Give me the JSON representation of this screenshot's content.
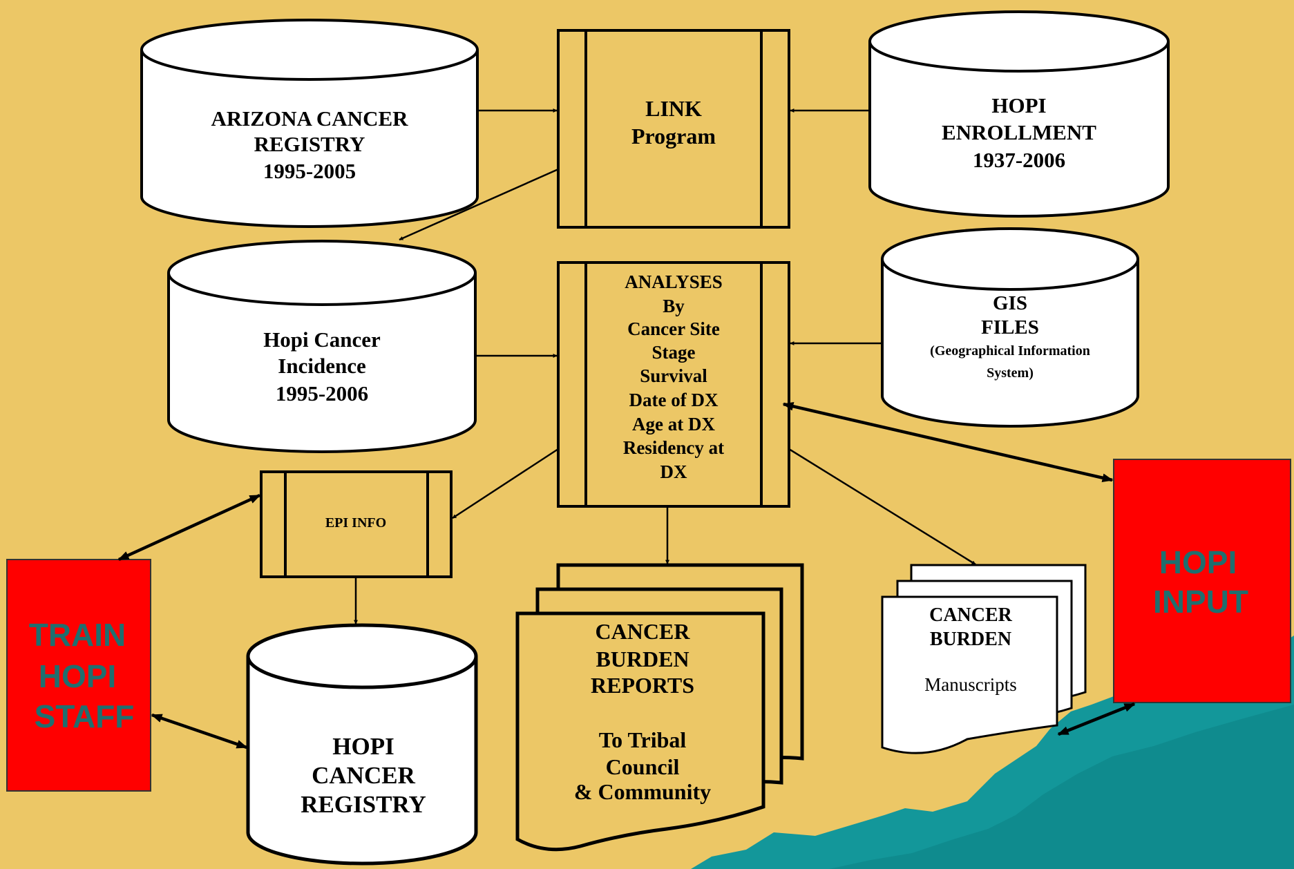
{
  "colors": {
    "background": "#ECC766",
    "red_box": "#FF0000",
    "teal_box_text": "#1F6F6F",
    "mountain": "#13979A"
  },
  "nodes": {
    "arizona_registry": [
      "ARIZONA CANCER",
      "REGISTRY",
      "1995-2005"
    ],
    "link_program": [
      "LINK",
      "Program"
    ],
    "hopi_enrollment": [
      "HOPI",
      "ENROLLMENT",
      "1937-2006"
    ],
    "hopi_incidence": [
      "Hopi Cancer",
      "Incidence",
      "1995-2006"
    ],
    "analyses": [
      "ANALYSES",
      "By",
      "Cancer Site",
      "Stage",
      "Survival",
      "Date of DX",
      "Age at DX",
      "Residency at",
      "DX"
    ],
    "gis_files": {
      "title": [
        "GIS",
        "FILES"
      ],
      "subtitle": [
        "(Geographical Information",
        "System)"
      ]
    },
    "epi_info": "EPI INFO",
    "hopi_registry": [
      "HOPI",
      "CANCER",
      "REGISTRY"
    ],
    "burden_reports": [
      "CANCER",
      "BURDEN",
      "REPORTS",
      "To Tribal",
      "Council",
      "& Community"
    ],
    "burden_manuscripts": {
      "title": [
        "CANCER",
        "BURDEN"
      ],
      "body": "Manuscripts"
    },
    "train_staff": [
      "TRAIN",
      "HOPI",
      "STAFF"
    ],
    "hopi_input": [
      "HOPI",
      "INPUT"
    ]
  }
}
